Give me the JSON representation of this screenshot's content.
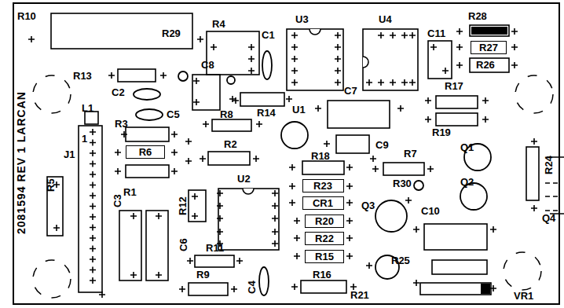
{
  "diagram": {
    "nodes": [
      {
        "text": [
          "R27"
        ]
      },
      {
        "text": [
          "R6"
        ]
      },
      {
        "text": [
          "R23"
        ]
      },
      {
        "text": [
          "CR1"
        ]
      },
      {
        "text": [
          "R20"
        ]
      },
      {
        "text": [
          "R22"
        ]
      },
      {
        "text": [
          "R15"
        ]
      }
    ],
    "labels": [
      "R10",
      "R29",
      "R4",
      "C1",
      "U3",
      "U4",
      "C11",
      "R28",
      "R26",
      "R13",
      "C8",
      "C2",
      "C5",
      "L1",
      "R3",
      "R8",
      "R14",
      "U1",
      "C7",
      "R17",
      "R19",
      "1",
      "J1",
      "R2",
      "C9",
      "R18",
      "R7",
      "Q1",
      "R24",
      "R30",
      "Q3",
      "Q2",
      "Q4",
      "R1",
      "C3",
      "R12",
      "C6",
      "U2",
      "C10",
      "R11",
      "R9",
      "C4",
      "R16",
      "R25",
      "R21",
      "VR1",
      "R5",
      "2081594 REV 1 LARCAN"
    ]
  }
}
